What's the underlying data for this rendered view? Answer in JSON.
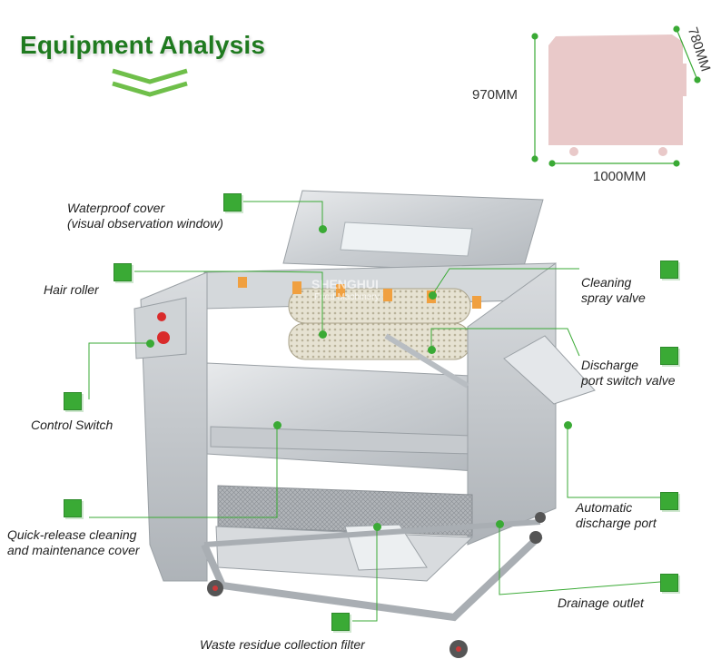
{
  "header": {
    "title": "Equipment Analysis"
  },
  "dimensions": {
    "height": "970MM",
    "depth": "780MM",
    "width": "1000MM"
  },
  "watermarks": [
    {
      "brand": "SHENGHUI",
      "sub": "Food Machinery"
    }
  ],
  "colors": {
    "accent": "#3aaa35",
    "title": "#1f7a1f",
    "line": "#3aaa35",
    "silhouette": "#e9c9c9"
  },
  "labels": {
    "waterproof_cover": {
      "line1": "Waterproof cover",
      "line2": "(visual observation window)"
    },
    "hair_roller": {
      "line1": "Hair roller"
    },
    "control_switch": {
      "line1": "Control Switch"
    },
    "quick_release": {
      "line1": "Quick-release cleaning",
      "line2": "and maintenance cover"
    },
    "waste_filter": {
      "line1": "Waste residue collection filter"
    },
    "cleaning_spray": {
      "line1": "Cleaning",
      "line2": "spray valve"
    },
    "discharge_switch": {
      "line1": "Discharge",
      "line2": "port switch valve"
    },
    "auto_discharge": {
      "line1": "Automatic",
      "line2": "discharge port"
    },
    "drainage_outlet": {
      "line1": "Drainage outlet"
    }
  }
}
